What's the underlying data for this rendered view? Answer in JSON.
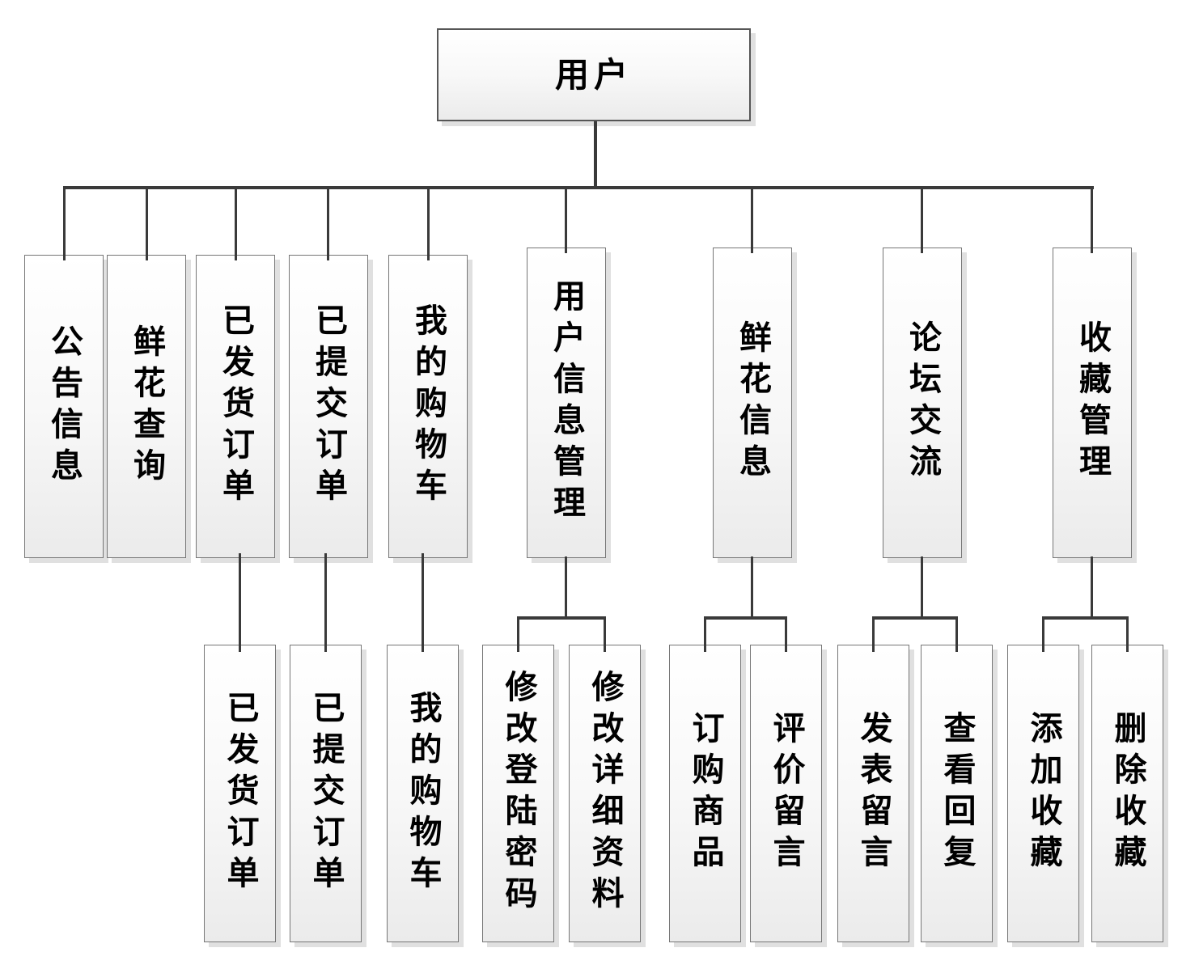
{
  "diagram": {
    "type": "tree",
    "root": {
      "label": "用户"
    },
    "level2": [
      {
        "label": "公告信息",
        "children": []
      },
      {
        "label": "鲜花查询",
        "children": []
      },
      {
        "label": "已发货订单",
        "children": [
          {
            "label": "已发货订单"
          }
        ]
      },
      {
        "label": "已提交订单",
        "children": [
          {
            "label": "已提交订单"
          }
        ]
      },
      {
        "label": "我的购物车",
        "children": [
          {
            "label": "我的购物车"
          }
        ]
      },
      {
        "label": "用户信息管理",
        "children": [
          {
            "label": "修改登陆密码"
          },
          {
            "label": "修改详细资料"
          }
        ]
      },
      {
        "label": "鲜花信息",
        "children": [
          {
            "label": "订购商品"
          },
          {
            "label": "评价留言"
          }
        ]
      },
      {
        "label": "论坛交流",
        "children": [
          {
            "label": "发表留言"
          },
          {
            "label": "查看回复"
          }
        ]
      },
      {
        "label": "收藏管理",
        "children": [
          {
            "label": "添加收藏"
          },
          {
            "label": "删除收藏"
          }
        ]
      }
    ],
    "colors": {
      "connector": "#3a3a3a",
      "box_border": "#767676",
      "root_border": "#565656",
      "box_fill_top": "#ffffff",
      "box_fill_bottom": "#ebebeb"
    }
  }
}
